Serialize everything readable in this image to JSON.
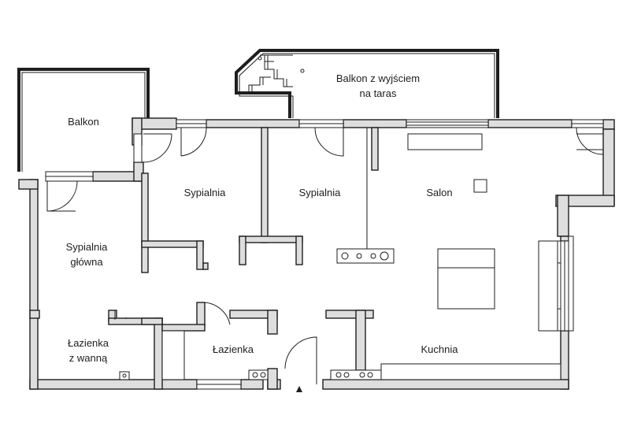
{
  "rooms": {
    "balcony_terrace": {
      "line1": "Balkon z wyjściem",
      "line2": "na taras"
    },
    "balcony": "Balkon",
    "bedroom_a": "Sypialnia",
    "bedroom_b": "Sypialnia",
    "living_room": "Salon",
    "master_bedroom": {
      "line1": "Sypialnia",
      "line2": "główna"
    },
    "bathroom_with_tub": {
      "line1": "Łazienka",
      "line2": "z wanną"
    },
    "bathroom": "Łazienka",
    "kitchen": "Kuchnia"
  },
  "colors": {
    "wall_fill": "#dedede",
    "wall_stroke": "#1e1e1e",
    "background": "#ffffff"
  }
}
